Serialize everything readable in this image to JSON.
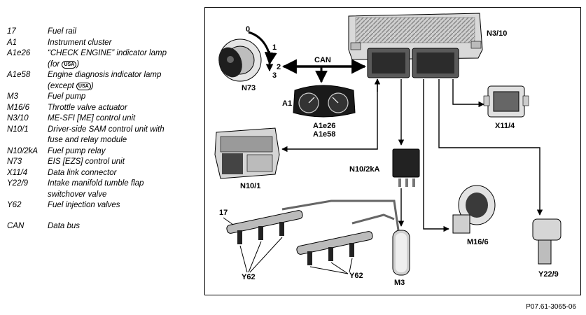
{
  "legend": [
    {
      "code": "17",
      "desc": "Fuel rail"
    },
    {
      "code": "A1",
      "desc": "Instrument cluster"
    },
    {
      "code": "A1e26",
      "desc": "“CHECK ENGINE” indicator lamp",
      "desc2": "(for ",
      "badge": "USA",
      "tail": ")"
    },
    {
      "code": "A1e58",
      "desc": "Engine diagnosis indicator lamp",
      "desc2": "(except ",
      "badge": "USA",
      "tail": ")"
    },
    {
      "code": "M3",
      "desc": "Fuel pump"
    },
    {
      "code": "M16/6",
      "desc": "Throttle valve actuator"
    },
    {
      "code": "N3/10",
      "desc": "ME-SFI [ME] control unit"
    },
    {
      "code": "N10/1",
      "desc": "Driver-side SAM control unit with",
      "desc2": "fuse and relay module"
    },
    {
      "code": "N10/2kA",
      "desc": "Fuel pump relay"
    },
    {
      "code": "N73",
      "desc": "EIS [EZS] control unit"
    },
    {
      "code": "X11/4",
      "desc": "Data link connector"
    },
    {
      "code": "Y22/9",
      "desc": "Intake manifold tumble flap",
      "desc2": "switchover valve"
    },
    {
      "code": "Y62",
      "desc": "Fuel injection valves"
    },
    {
      "code": "CAN",
      "desc": "Data bus"
    }
  ],
  "diagram": {
    "labels": {
      "n3_10": "N3/10",
      "n73": "N73",
      "can": "CAN",
      "a1": "A1",
      "a1e26": "A1e26",
      "a1e58": "A1e58",
      "x11_4": "X11/4",
      "n10_1": "N10/1",
      "n10_2ka": "N10/2kA",
      "m16_6": "M16/6",
      "y22_9": "Y22/9",
      "m3": "M3",
      "rail17": "17",
      "y62a": "Y62",
      "y62b": "Y62",
      "key0": "0",
      "key1": "1",
      "key2": "2",
      "key3": "3"
    }
  },
  "footer": {
    "ref": "P07.61-3065-06"
  }
}
